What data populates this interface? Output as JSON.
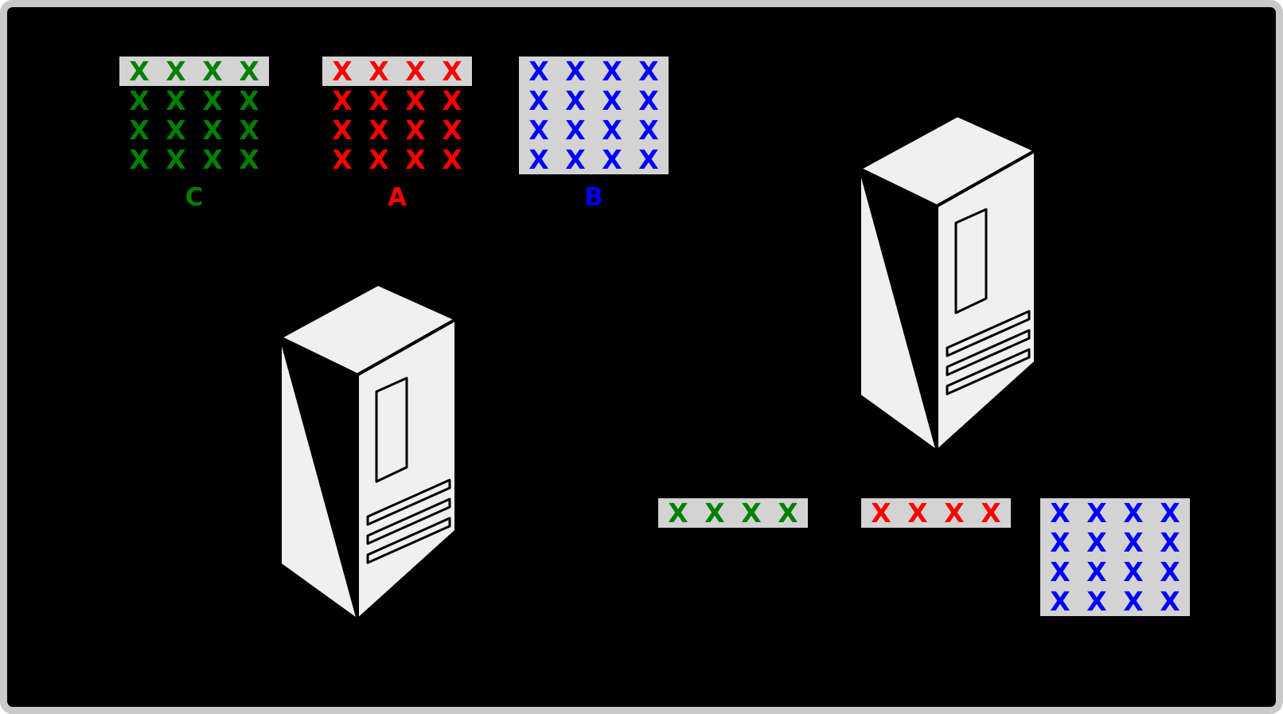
{
  "diagram": {
    "background": "#000000",
    "frame_color": "#c9c9c9"
  },
  "colors": {
    "green": "#008000",
    "red": "#ff0000",
    "blue": "#0000ff",
    "grid_bg": "#d3d3d3",
    "tower_fill": "#f0f0f0",
    "tower_outline": "#000000"
  },
  "mark": "X",
  "grids": [
    {
      "id": "top-green",
      "label": "C",
      "color": "green",
      "rows": 4,
      "cols": 4,
      "highlight": "first-row"
    },
    {
      "id": "top-red",
      "label": "A",
      "color": "red",
      "rows": 4,
      "cols": 4,
      "highlight": "first-row"
    },
    {
      "id": "top-blue",
      "label": "B",
      "color": "blue",
      "rows": 4,
      "cols": 4,
      "highlight": "full"
    },
    {
      "id": "bottom-green",
      "label": "",
      "color": "green",
      "rows": 1,
      "cols": 4,
      "highlight": "full"
    },
    {
      "id": "bottom-red",
      "label": "",
      "color": "red",
      "rows": 1,
      "cols": 4,
      "highlight": "full"
    },
    {
      "id": "bottom-blue",
      "label": "",
      "color": "blue",
      "rows": 4,
      "cols": 4,
      "highlight": "full"
    }
  ],
  "towers": [
    {
      "id": "tower-left",
      "icon": "computer-tower-icon"
    },
    {
      "id": "tower-right",
      "icon": "computer-tower-icon"
    }
  ]
}
